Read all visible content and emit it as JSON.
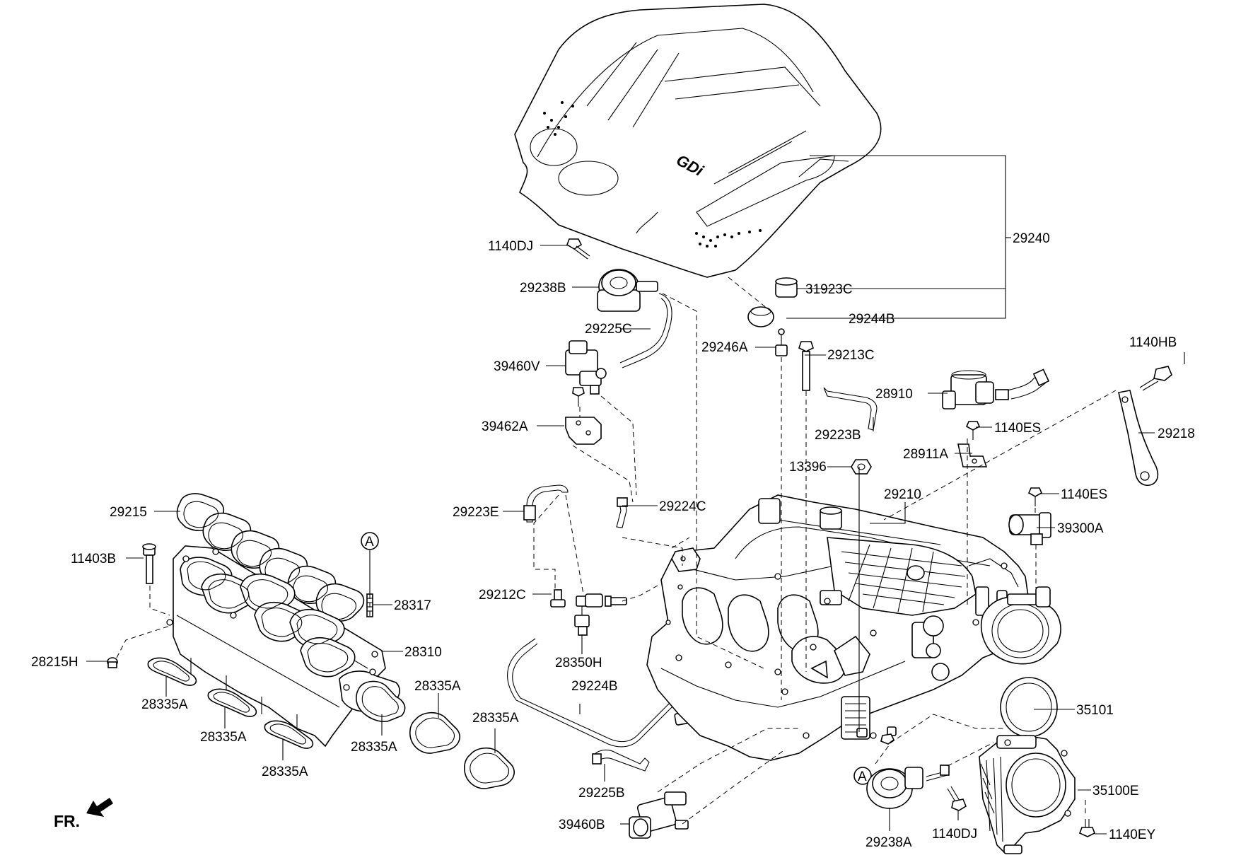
{
  "logo_text": "GDi",
  "front_marker": {
    "label": "FR.",
    "icon": "arrow-icon"
  },
  "callouts": [
    {
      "id": "c-29240",
      "text": "29240"
    },
    {
      "id": "c-1140DJ-top",
      "text": "1140DJ"
    },
    {
      "id": "c-29238B",
      "text": "29238B"
    },
    {
      "id": "c-31923C",
      "text": "31923C"
    },
    {
      "id": "c-29244B",
      "text": "29244B"
    },
    {
      "id": "c-29225C",
      "text": "29225C"
    },
    {
      "id": "c-29246A",
      "text": "29246A"
    },
    {
      "id": "c-29213C",
      "text": "29213C"
    },
    {
      "id": "c-1140HB",
      "text": "1140HB"
    },
    {
      "id": "c-39460V",
      "text": "39460V"
    },
    {
      "id": "c-28910",
      "text": "28910"
    },
    {
      "id": "c-29218",
      "text": "29218"
    },
    {
      "id": "c-39462A",
      "text": "39462A"
    },
    {
      "id": "c-29223B",
      "text": "29223B"
    },
    {
      "id": "c-1140ES-a",
      "text": "1140ES"
    },
    {
      "id": "c-28911A",
      "text": "28911A"
    },
    {
      "id": "c-13396",
      "text": "13396"
    },
    {
      "id": "c-29210",
      "text": "29210"
    },
    {
      "id": "c-1140ES-b",
      "text": "1140ES"
    },
    {
      "id": "c-29215",
      "text": "29215"
    },
    {
      "id": "c-29223E",
      "text": "29223E"
    },
    {
      "id": "c-29224C",
      "text": "29224C"
    },
    {
      "id": "c-39300A",
      "text": "39300A"
    },
    {
      "id": "c-11403B",
      "text": "11403B"
    },
    {
      "id": "c-A-top",
      "text": "A"
    },
    {
      "id": "c-29212C",
      "text": "29212C"
    },
    {
      "id": "c-28317",
      "text": "28317"
    },
    {
      "id": "c-28310",
      "text": "28310"
    },
    {
      "id": "c-28215H",
      "text": "28215H"
    },
    {
      "id": "c-28350H",
      "text": "28350H"
    },
    {
      "id": "c-28335A-1",
      "text": "28335A"
    },
    {
      "id": "c-29224B",
      "text": "29224B"
    },
    {
      "id": "c-28335A-2",
      "text": "28335A"
    },
    {
      "id": "c-35101",
      "text": "35101"
    },
    {
      "id": "c-28335A-3",
      "text": "28335A"
    },
    {
      "id": "c-28335A-4",
      "text": "28335A"
    },
    {
      "id": "c-28335A-5",
      "text": "28335A"
    },
    {
      "id": "c-28335A-6",
      "text": "28335A"
    },
    {
      "id": "c-A-bottom",
      "text": "A"
    },
    {
      "id": "c-29225B",
      "text": "29225B"
    },
    {
      "id": "c-35100E",
      "text": "35100E"
    },
    {
      "id": "c-39460B",
      "text": "39460B"
    },
    {
      "id": "c-1140DJ-bottom",
      "text": "1140DJ"
    },
    {
      "id": "c-1140EY",
      "text": "1140EY"
    },
    {
      "id": "c-29238A",
      "text": "29238A"
    }
  ]
}
